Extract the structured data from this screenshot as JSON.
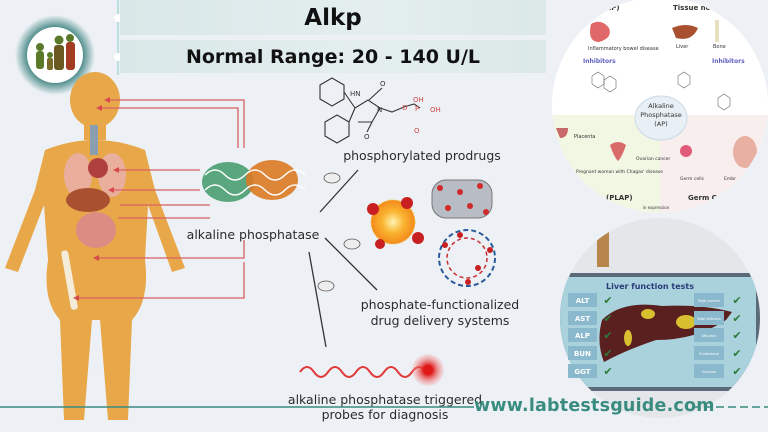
{
  "header": {
    "title": "Alkp",
    "normal_range": "Normal Range:  20 - 140 U/L"
  },
  "logo": {
    "text": "www.labtestsguide.com",
    "icon": "family-silhouette-logo"
  },
  "diagram": {
    "center_label": "alkaline phosphatase",
    "branches": [
      {
        "label": "phosphorylated prodrugs"
      },
      {
        "label_line1": "phosphate-functionalized",
        "label_line2": "drug delivery systems"
      },
      {
        "label_line1": "alkaline phosphatase triggered",
        "label_line2": "probes for diagnosis"
      }
    ],
    "molecule_labels": {
      "hn": "HN",
      "n": "N",
      "o": "O",
      "oh": "OH",
      "p": "P"
    }
  },
  "ap_circle": {
    "center": [
      "Alkaline",
      "Phosphatase",
      "(AP)"
    ],
    "top_left_header": "(IAP)",
    "top_right_header": "Tissue no",
    "ibd": "Inflammatory bowel disease",
    "liver": "Liver",
    "bone": "Bone",
    "inhibitors": "Inhibitors",
    "placenta": "Placenta",
    "ovarian": "Ovarian cancer",
    "pregnant": "Pregnant woman with Chagas' disease",
    "germ_cells": "Germ cells",
    "embryo": "Embr",
    "plap": "(PLAP)",
    "germ_cell_header": "Germ Ce",
    "expression": "in expression"
  },
  "liver_panel": {
    "title": "Liver function tests",
    "left_tests": [
      "ALT",
      "AST",
      "ALP",
      "BUN",
      "GGT"
    ],
    "right_tests": [
      "Total protein",
      "Total bilirubin",
      "Albumin",
      "Cholesterol",
      "Glucose"
    ]
  },
  "footer": {
    "website": "www.labtestsguide.com"
  },
  "colors": {
    "accent": "#3a8c80",
    "body": "#e8a84a",
    "arrow": "#d84a4a",
    "check": "#2f7a3a"
  }
}
